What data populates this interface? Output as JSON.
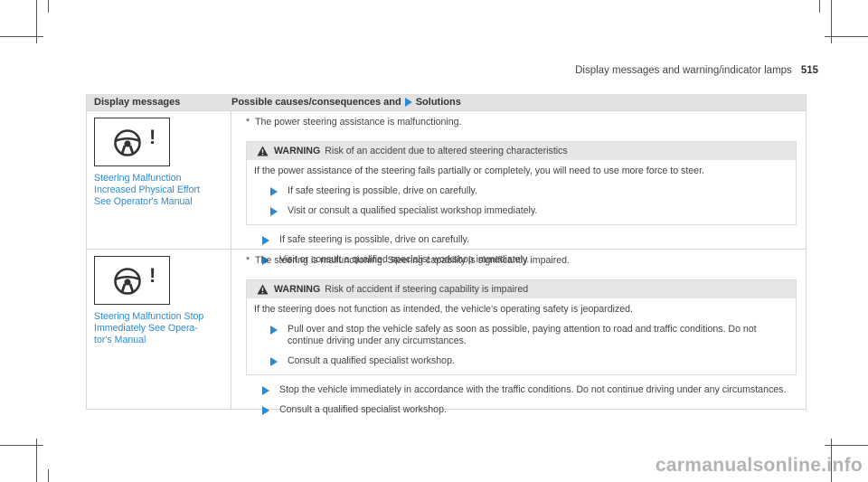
{
  "header": {
    "title": "Display messages and warning/indicator lamps",
    "page": "515"
  },
  "table": {
    "col1_header": "Display messages",
    "col2_header_part1": "Possible causes/consequences and",
    "col2_header_part2": "Solutions",
    "rows": [
      {
        "message": "Steering Malfunction Increased Physical Effort See Operator's Manual",
        "message_lines": [
          "Steering Malfunction",
          "Increased Physical Effort",
          "See Operator's Manual"
        ],
        "icon_symbol": "!",
        "cause_marker": "*",
        "cause": "The power steering assistance is malfunctioning.",
        "warning_label": "WARNING",
        "warning_title": "Risk of an accident due to altered steering characteristics",
        "warning_text": "If the power assistance of the steering fails partially or completely, you will need to use more force to steer.",
        "warning_steps": [
          "If safe steering is possible, drive on carefully.",
          "Visit or consult a qualified specialist workshop immediately."
        ],
        "solutions": [
          "If safe steering is possible, drive on carefully.",
          "Visit or consult a qualified specialist workshop immediately."
        ]
      },
      {
        "message": "Steering Malfunction Stop Immediately See Operator's Manual",
        "message_lines": [
          "Steering Malfunction Stop",
          "Immediately See Opera-",
          "tor's Manual"
        ],
        "icon_symbol": "!",
        "cause_marker": "*",
        "cause": "The steering is malfunctioning. Steering capability is significantly impaired.",
        "warning_label": "WARNING",
        "warning_title": "Risk of accident if steering capability is impaired",
        "warning_text": "If the steering does not function as intended, the vehicle's operating safety is jeopardized.",
        "warning_steps": [
          "Pull over and stop the vehicle safely as soon as possible, paying attention to road and traffic conditions. Do not continue driving under any circumstances.",
          "Consult a qualified specialist workshop."
        ],
        "solutions": [
          "Stop the vehicle immediately in accordance with the traffic conditions. Do not continue driving under any circumstances.",
          "Consult a qualified specialist workshop."
        ]
      }
    ]
  },
  "watermark": "carmanualsonline.info",
  "colors": {
    "accent": "#2a8ad4",
    "header_bg": "#e2e2e2",
    "warning_bg": "#e6e6e6",
    "text": "#444444"
  },
  "icons": [
    "steering-wheel-icon",
    "warning-triangle-icon",
    "step-arrow-icon"
  ]
}
